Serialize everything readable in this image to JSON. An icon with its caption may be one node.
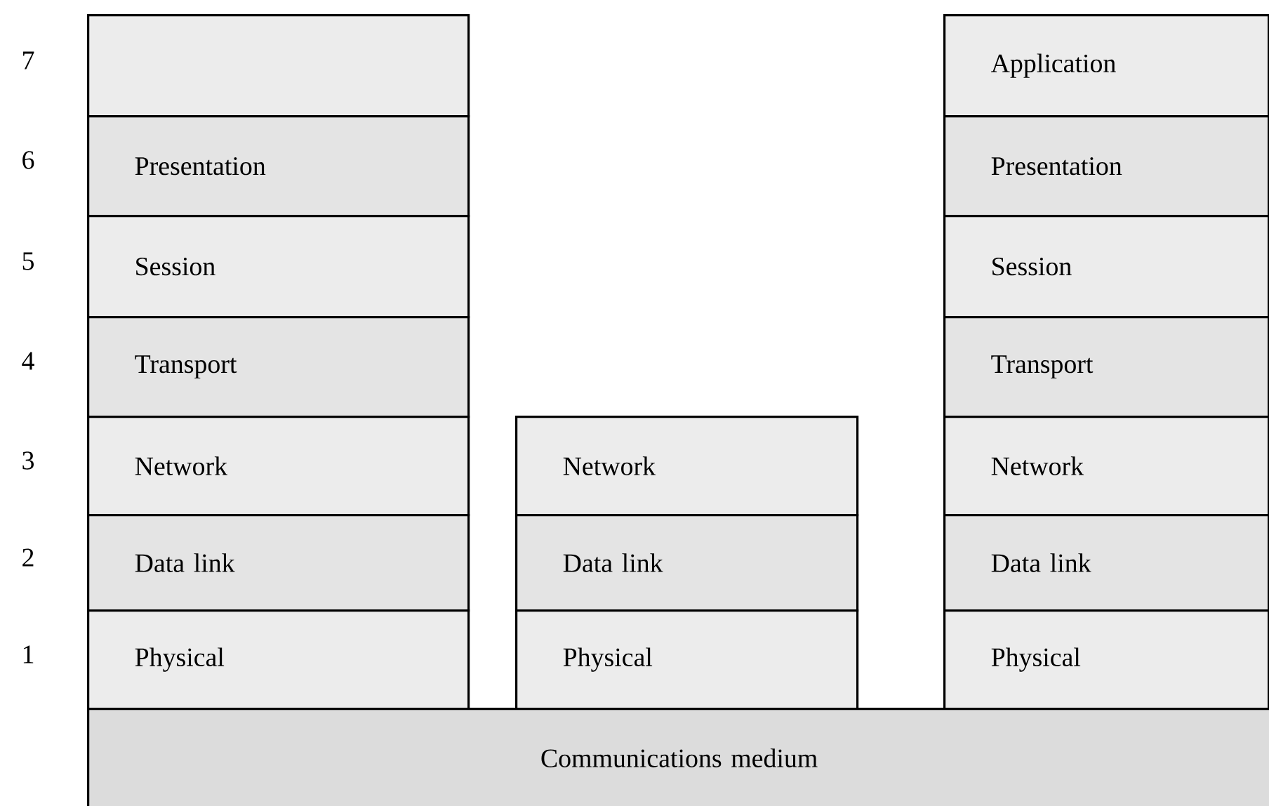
{
  "diagram": {
    "nodes": [
      {
        "text": [],
        "shape": "box"
      },
      {
        "text": [
          "Application"
        ]
      },
      {
        "text": [
          "Presentation"
        ]
      },
      {
        "text": [
          "Presentation"
        ]
      },
      {
        "text": [
          "Session"
        ]
      },
      {
        "text": [
          "Session"
        ]
      },
      {
        "text": [
          "Transport"
        ]
      },
      {
        "text": [
          "Transport"
        ]
      },
      {
        "text": [
          "Network"
        ]
      },
      {
        "text": [
          "Network"
        ]
      },
      {
        "text": [
          "Network"
        ]
      },
      {
        "text": [
          "Data link"
        ]
      },
      {
        "text": [
          "Data link"
        ]
      },
      {
        "text": [
          "Data link"
        ]
      },
      {
        "text": [
          "Physical"
        ]
      },
      {
        "text": [
          "Physical"
        ]
      },
      {
        "text": [
          "Physical"
        ]
      },
      {
        "text": [
          "Communications medium"
        ]
      }
    ],
    "labels": [
      "7",
      "6",
      "5",
      "4",
      "3",
      "2",
      "1"
    ]
  }
}
